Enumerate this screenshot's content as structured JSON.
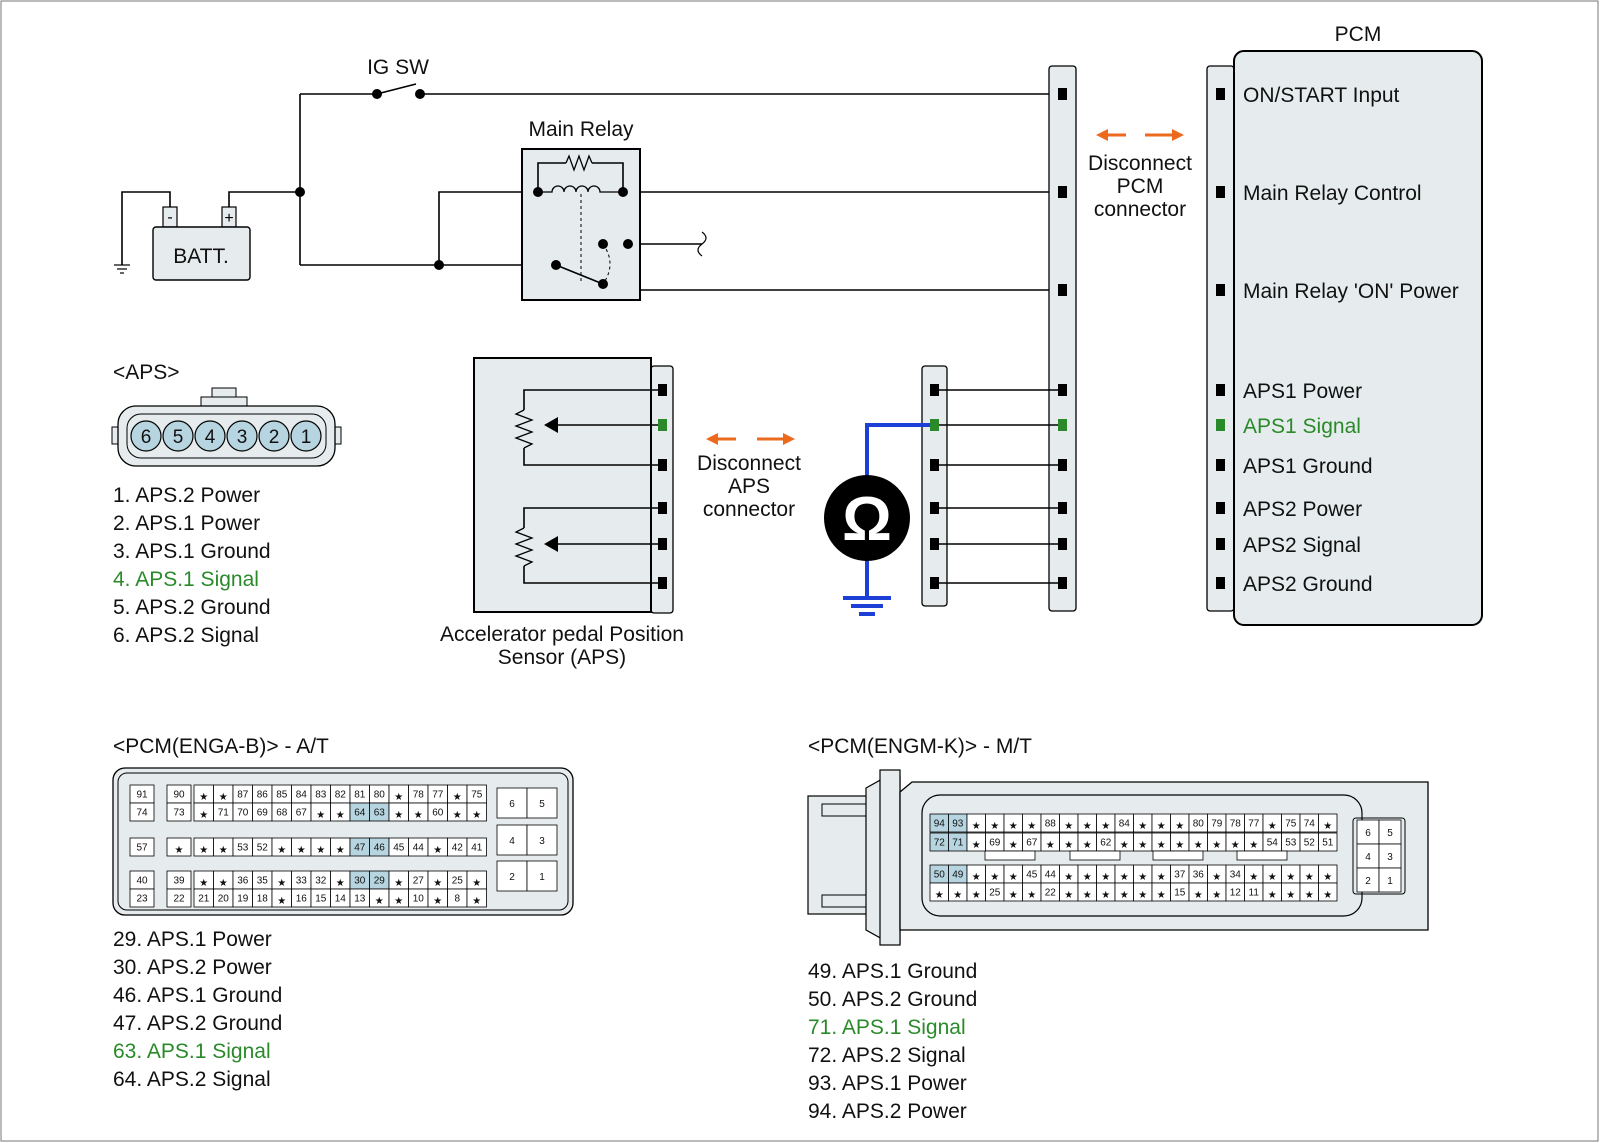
{
  "colors": {
    "highlight": "#b7d5e0",
    "signal_green": "#2a8a2a",
    "arrow_orange": "#ec6a1d",
    "meter_wire_blue": "#1c3fd6",
    "panel_fill": "#e6eced"
  },
  "circuit": {
    "ig_sw": "IG SW",
    "batt": "BATT.",
    "batt_minus": "-",
    "batt_plus": "+",
    "main_relay": "Main Relay",
    "pcm_title": "PCM",
    "pcm_pins": [
      {
        "label": "ON/START Input",
        "highlight": false
      },
      {
        "label": "Main Relay Control",
        "highlight": false
      },
      {
        "label": "Main Relay 'ON' Power",
        "highlight": false
      },
      {
        "label": "APS1 Power",
        "highlight": false
      },
      {
        "label": "APS1 Signal",
        "highlight": true
      },
      {
        "label": "APS1 Ground",
        "highlight": false
      },
      {
        "label": "APS2 Power",
        "highlight": false
      },
      {
        "label": "APS2 Signal",
        "highlight": false
      },
      {
        "label": "APS2 Ground",
        "highlight": false
      }
    ],
    "disconnect_pcm": [
      "Disconnect",
      "PCM",
      "connector"
    ],
    "disconnect_aps": [
      "Disconnect",
      "APS",
      "connector"
    ],
    "aps_sensor": [
      "Accelerator pedal Position",
      "Sensor (APS)"
    ],
    "ohm_symbol": "Ω"
  },
  "aps_connector": {
    "title": "<APS>",
    "pins": [
      "6",
      "5",
      "4",
      "3",
      "2",
      "1"
    ],
    "list": [
      {
        "text": "1. APS.2 Power",
        "highlight": false
      },
      {
        "text": "2. APS.1 Power",
        "highlight": false
      },
      {
        "text": "3. APS.1 Ground",
        "highlight": false
      },
      {
        "text": "4. APS.1 Signal",
        "highlight": true
      },
      {
        "text": "5. APS.2 Ground",
        "highlight": false
      },
      {
        "text": "6. APS.2 Signal",
        "highlight": false
      }
    ]
  },
  "pcm_at": {
    "title": "<PCM(ENGA-B)> - A/T",
    "rows": [
      [
        "91",
        "90",
        "★",
        "★",
        "87",
        "86",
        "85",
        "84",
        "83",
        "82",
        "81",
        "80",
        "★",
        "78",
        "77",
        "★",
        "75"
      ],
      [
        "74",
        "73",
        "★",
        "71",
        "70",
        "69",
        "68",
        "67",
        "★",
        "★",
        "64",
        "63",
        "★",
        "★",
        "60",
        "★",
        "★"
      ],
      [
        "57",
        "★",
        "★",
        "★",
        "53",
        "52",
        "★",
        "★",
        "★",
        "★",
        "47",
        "46",
        "45",
        "44",
        "★",
        "42",
        "41"
      ],
      [
        "40",
        "39",
        "★",
        "★",
        "36",
        "35",
        "★",
        "33",
        "32",
        "★",
        "30",
        "29",
        "★",
        "27",
        "★",
        "25",
        "★"
      ],
      [
        "23",
        "22",
        "21",
        "20",
        "19",
        "18",
        "★",
        "16",
        "15",
        "14",
        "13",
        "★",
        "★",
        "10",
        "★",
        "8",
        "★"
      ]
    ],
    "highlight": [
      "64",
      "63",
      "47",
      "46",
      "30",
      "29"
    ],
    "side": [
      "6",
      "5",
      "4",
      "3",
      "2",
      "1"
    ],
    "list": [
      {
        "text": "29. APS.1 Power",
        "highlight": false
      },
      {
        "text": "30. APS.2 Power",
        "highlight": false
      },
      {
        "text": "46. APS.1 Ground",
        "highlight": false
      },
      {
        "text": "47. APS.2 Ground",
        "highlight": false
      },
      {
        "text": "63. APS.1 Signal",
        "highlight": true
      },
      {
        "text": "64. APS.2 Signal",
        "highlight": false
      }
    ]
  },
  "pcm_mt": {
    "title": "<PCM(ENGM-K)> - M/T",
    "rows": [
      [
        "94",
        "93",
        "★",
        "★",
        "★",
        "★",
        "88",
        "★",
        "★",
        "★",
        "84",
        "★",
        "★",
        "★",
        "80",
        "79",
        "78",
        "77",
        "★",
        "75",
        "74",
        "★"
      ],
      [
        "72",
        "71",
        "★",
        "69",
        "★",
        "67",
        "★",
        "★",
        "★",
        "62",
        "★",
        "★",
        "★",
        "★",
        "★",
        "★",
        "★",
        "★",
        "54",
        "53",
        "52",
        "51"
      ],
      [
        "50",
        "49",
        "★",
        "★",
        "★",
        "45",
        "44",
        "★",
        "★",
        "★",
        "★",
        "★",
        "★",
        "37",
        "36",
        "★",
        "34",
        "★",
        "★",
        "★",
        "★",
        "★"
      ],
      [
        "★",
        "★",
        "★",
        "25",
        "★",
        "★",
        "22",
        "★",
        "★",
        "★",
        "★",
        "★",
        "★",
        "15",
        "★",
        "★",
        "12",
        "11",
        "★",
        "★",
        "★",
        "★"
      ]
    ],
    "highlight": [
      "94",
      "93",
      "72",
      "71",
      "50",
      "49"
    ],
    "side": [
      "6",
      "5",
      "4",
      "3",
      "2",
      "1"
    ],
    "list": [
      {
        "text": "49. APS.1 Ground",
        "highlight": false
      },
      {
        "text": "50. APS.2 Ground",
        "highlight": false
      },
      {
        "text": "71. APS.1 Signal",
        "highlight": true
      },
      {
        "text": "72. APS.2 Signal",
        "highlight": false
      },
      {
        "text": "93. APS.1 Power",
        "highlight": false
      },
      {
        "text": "94. APS.2 Power",
        "highlight": false
      }
    ]
  }
}
